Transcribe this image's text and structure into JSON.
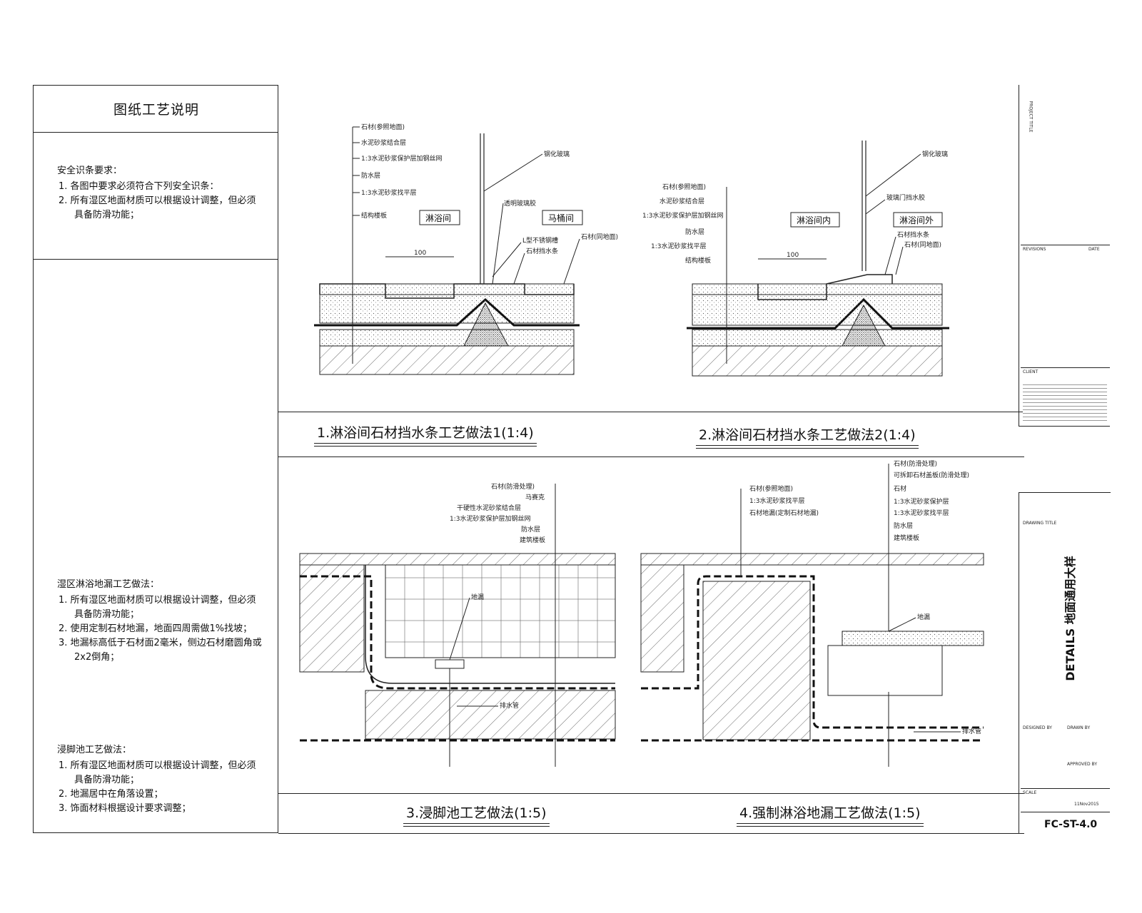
{
  "notes": {
    "title": "图纸工艺说明",
    "safety": {
      "heading": "安全识条要求：",
      "items": [
        "1.  各图中要求必须符合下列安全识条：",
        "2.  所有湿区地面材质可以根据设计调整，但必须具备防滑功能；"
      ]
    },
    "floor_drain": {
      "heading": "湿区淋浴地漏工艺做法：",
      "items": [
        "1.  所有湿区地面材质可以根据设计调整，但必须具备防滑功能；",
        "2.  使用定制石材地漏，地面四周需做1%找坡；",
        "3.  地漏标高低于石材面2毫米，侧边石材磨圆角或2x2倒角；"
      ]
    },
    "foot_pool": {
      "heading": "浸脚池工艺做法：",
      "items": [
        "1.  所有湿区地面材质可以根据设计调整，但必须具备防滑功能；",
        "2.  地漏居中在角落设置；",
        "3.  饰面材料根据设计要求调整；"
      ]
    }
  },
  "details": {
    "d1": {
      "caption": "1.淋浴间石材挡水条工艺做法1(1:4)",
      "box_left": "淋浴间",
      "box_right": "马桶间",
      "dim": "100",
      "labels_left": [
        "石材(参照地面)",
        "水泥砂浆结合层",
        "1:3水泥砂浆保护层加钢丝网",
        "防水层",
        "1:3水泥砂浆找平层",
        "结构楼板"
      ],
      "labels_right": [
        "钢化玻璃",
        "透明玻璃胶",
        "L型不锈钢槽",
        "石材挡水条",
        "石材(同地面)"
      ]
    },
    "d2": {
      "caption": "2.淋浴间石材挡水条工艺做法2(1:4)",
      "box_left": "淋浴间内",
      "box_right": "淋浴间外",
      "dim": "100",
      "labels_left": [
        "石材(参照地面)",
        "水泥砂浆结合层",
        "1:3水泥砂浆保护层加钢丝网",
        "防水层",
        "1:3水泥砂浆找平层",
        "结构楼板"
      ],
      "labels_right": [
        "钢化玻璃",
        "玻璃门挡水胶",
        "石材挡水条",
        "石材(同地面)"
      ]
    },
    "d3": {
      "caption": "3.浸脚池工艺做法(1:5)",
      "labels": [
        "石材(防滑处理)",
        "马赛克",
        "干硬性水泥砂浆结合层",
        "1:3水泥砂浆保护层加钢丝网",
        "防水层",
        "建筑楼板"
      ],
      "drain_label": "地漏",
      "pipe_label": "排水管"
    },
    "d4": {
      "caption": "4.强制淋浴地漏工艺做法(1:5)",
      "labels_left": [
        "石材(参照地面)",
        "1:3水泥砂浆找平层",
        "石材地漏(定制石材地漏)"
      ],
      "labels_right": [
        "石材(防滑处理)",
        "可拆卸石材盖板(防滑处理)",
        "石材",
        "1:3水泥砂浆保护层",
        "1:3水泥砂浆找平层",
        "防水层",
        "建筑楼板"
      ],
      "drain_label": "地漏",
      "pipe_label": "排水管"
    }
  },
  "title_block": {
    "project_title": "PROJECT TITLE",
    "revisions": "REVISIONS",
    "date_col": "DATE",
    "client": "CLIENT",
    "drawing_title_label": "DRAWING TITLE",
    "drawing_title": "DETAILS  地面通用大样",
    "designed_by": "DESIGNED BY",
    "drawn_by": "DRAWN BY",
    "approved_by": "APPROVED BY",
    "scale": "SCALE",
    "date": "11Nov2015",
    "sheet_no": "FC-ST-4.0"
  }
}
